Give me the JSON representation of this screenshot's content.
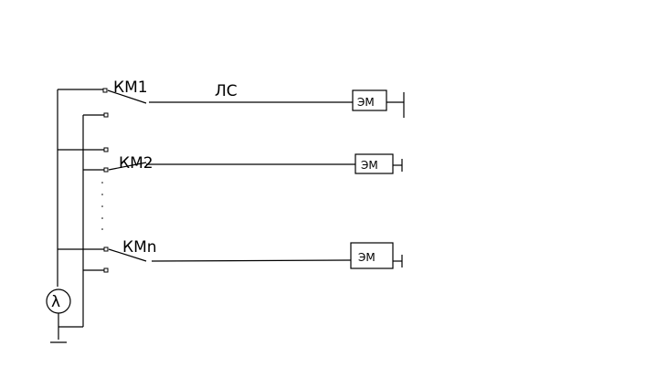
{
  "diagram": {
    "contactors": [
      {
        "label": "КМ1",
        "wire_label": "ЛС",
        "load": "ЭМ"
      },
      {
        "label": "КМ2",
        "load": "ЭМ"
      },
      {
        "label": "КМn",
        "load": "ЭМ"
      }
    ],
    "source": {
      "symbol": "λ"
    }
  }
}
